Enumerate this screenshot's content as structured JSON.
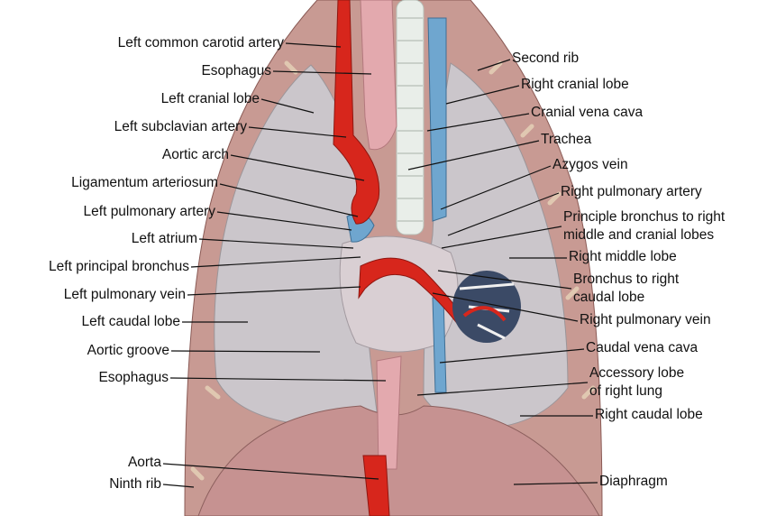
{
  "colors": {
    "artery": "#d7261c",
    "vein": "#6fa6cf",
    "lung": "#c9c4c8",
    "thorax_wall": "#c89a93",
    "trachea": "#e9eee9",
    "esophagus": "#e3a9ae",
    "diaphragm": "#c69291",
    "leader": "#111111"
  },
  "labels_left": [
    {
      "id": "left-common-carotid-artery",
      "text": "Left common carotid artery"
    },
    {
      "id": "esophagus-upper",
      "text": "Esophagus"
    },
    {
      "id": "left-cranial-lobe",
      "text": "Left cranial lobe"
    },
    {
      "id": "left-subclavian-artery",
      "text": "Left subclavian artery"
    },
    {
      "id": "aortic-arch",
      "text": "Aortic arch"
    },
    {
      "id": "ligamentum-arteriosum",
      "text": "Ligamentum arteriosum"
    },
    {
      "id": "left-pulmonary-artery",
      "text": "Left pulmonary artery"
    },
    {
      "id": "left-atrium",
      "text": "Left atrium"
    },
    {
      "id": "left-principal-bronchus",
      "text": "Left principal bronchus"
    },
    {
      "id": "left-pulmonary-vein",
      "text": "Left pulmonary vein"
    },
    {
      "id": "left-caudal-lobe",
      "text": "Left caudal lobe"
    },
    {
      "id": "aortic-groove",
      "text": "Aortic groove"
    },
    {
      "id": "esophagus-lower",
      "text": "Esophagus"
    },
    {
      "id": "aorta",
      "text": "Aorta"
    },
    {
      "id": "ninth-rib",
      "text": "Ninth rib"
    }
  ],
  "labels_right": [
    {
      "id": "second-rib",
      "text": "Second rib"
    },
    {
      "id": "right-cranial-lobe",
      "text": "Right cranial lobe"
    },
    {
      "id": "cranial-vena-cava",
      "text": "Cranial vena cava"
    },
    {
      "id": "trachea",
      "text": "Trachea"
    },
    {
      "id": "azygos-vein",
      "text": "Azygos vein"
    },
    {
      "id": "right-pulmonary-artery",
      "text": "Right pulmonary artery"
    },
    {
      "id": "principle-bronchus-right",
      "line1": "Principle bronchus to right",
      "line2": "middle and cranial lobes"
    },
    {
      "id": "right-middle-lobe",
      "text": "Right middle lobe"
    },
    {
      "id": "bronchus-right-caudal",
      "line1": "Bronchus to right",
      "line2": "caudal lobe"
    },
    {
      "id": "right-pulmonary-vein",
      "text": "Right pulmonary vein"
    },
    {
      "id": "caudal-vena-cava",
      "text": "Caudal vena cava"
    },
    {
      "id": "accessory-lobe",
      "line1": "Accessory lobe",
      "line2": "of right lung"
    },
    {
      "id": "right-caudal-lobe",
      "text": "Right caudal lobe"
    },
    {
      "id": "diaphragm",
      "text": "Diaphragm"
    }
  ]
}
